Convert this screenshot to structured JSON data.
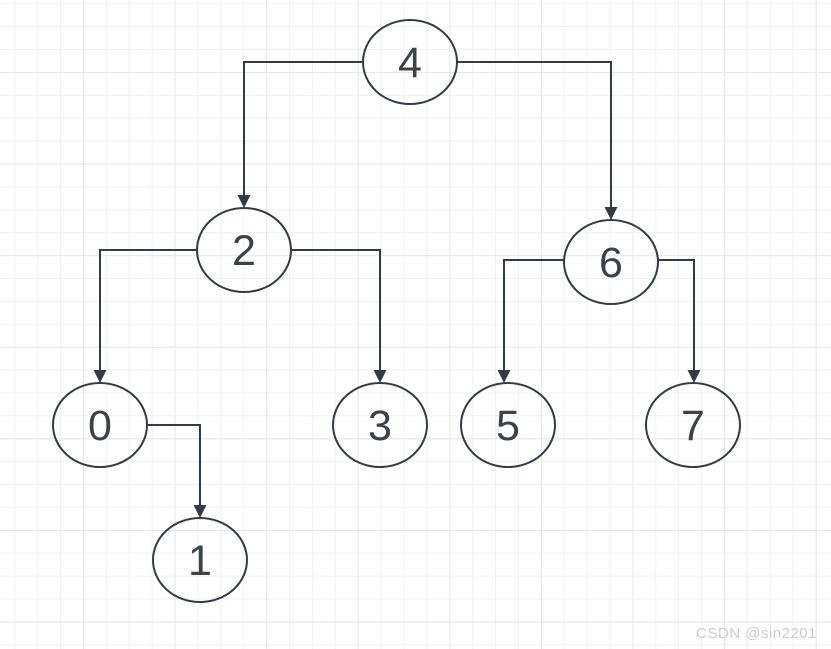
{
  "canvas": {
    "background_color": "#ffffff",
    "grid": {
      "minor_color": "#f2f2f4",
      "major_color": "#e7e7ea"
    }
  },
  "diagram": {
    "type": "binary-tree",
    "stroke_color": "#343b44",
    "label_color": "#3d424a",
    "nodes": [
      {
        "label": "4"
      },
      {
        "label": "2"
      },
      {
        "label": "6"
      },
      {
        "label": "0"
      },
      {
        "label": "3"
      },
      {
        "label": "5"
      },
      {
        "label": "7"
      },
      {
        "label": "1"
      }
    ],
    "edges": [
      {
        "from": "4",
        "to": "2"
      },
      {
        "from": "4",
        "to": "6"
      },
      {
        "from": "2",
        "to": "0"
      },
      {
        "from": "2",
        "to": "3"
      },
      {
        "from": "6",
        "to": "5"
      },
      {
        "from": "6",
        "to": "7"
      },
      {
        "from": "0",
        "to": "1"
      }
    ]
  },
  "watermark": {
    "text": "CSDN @sin2201",
    "color": "#c9ccd1"
  }
}
